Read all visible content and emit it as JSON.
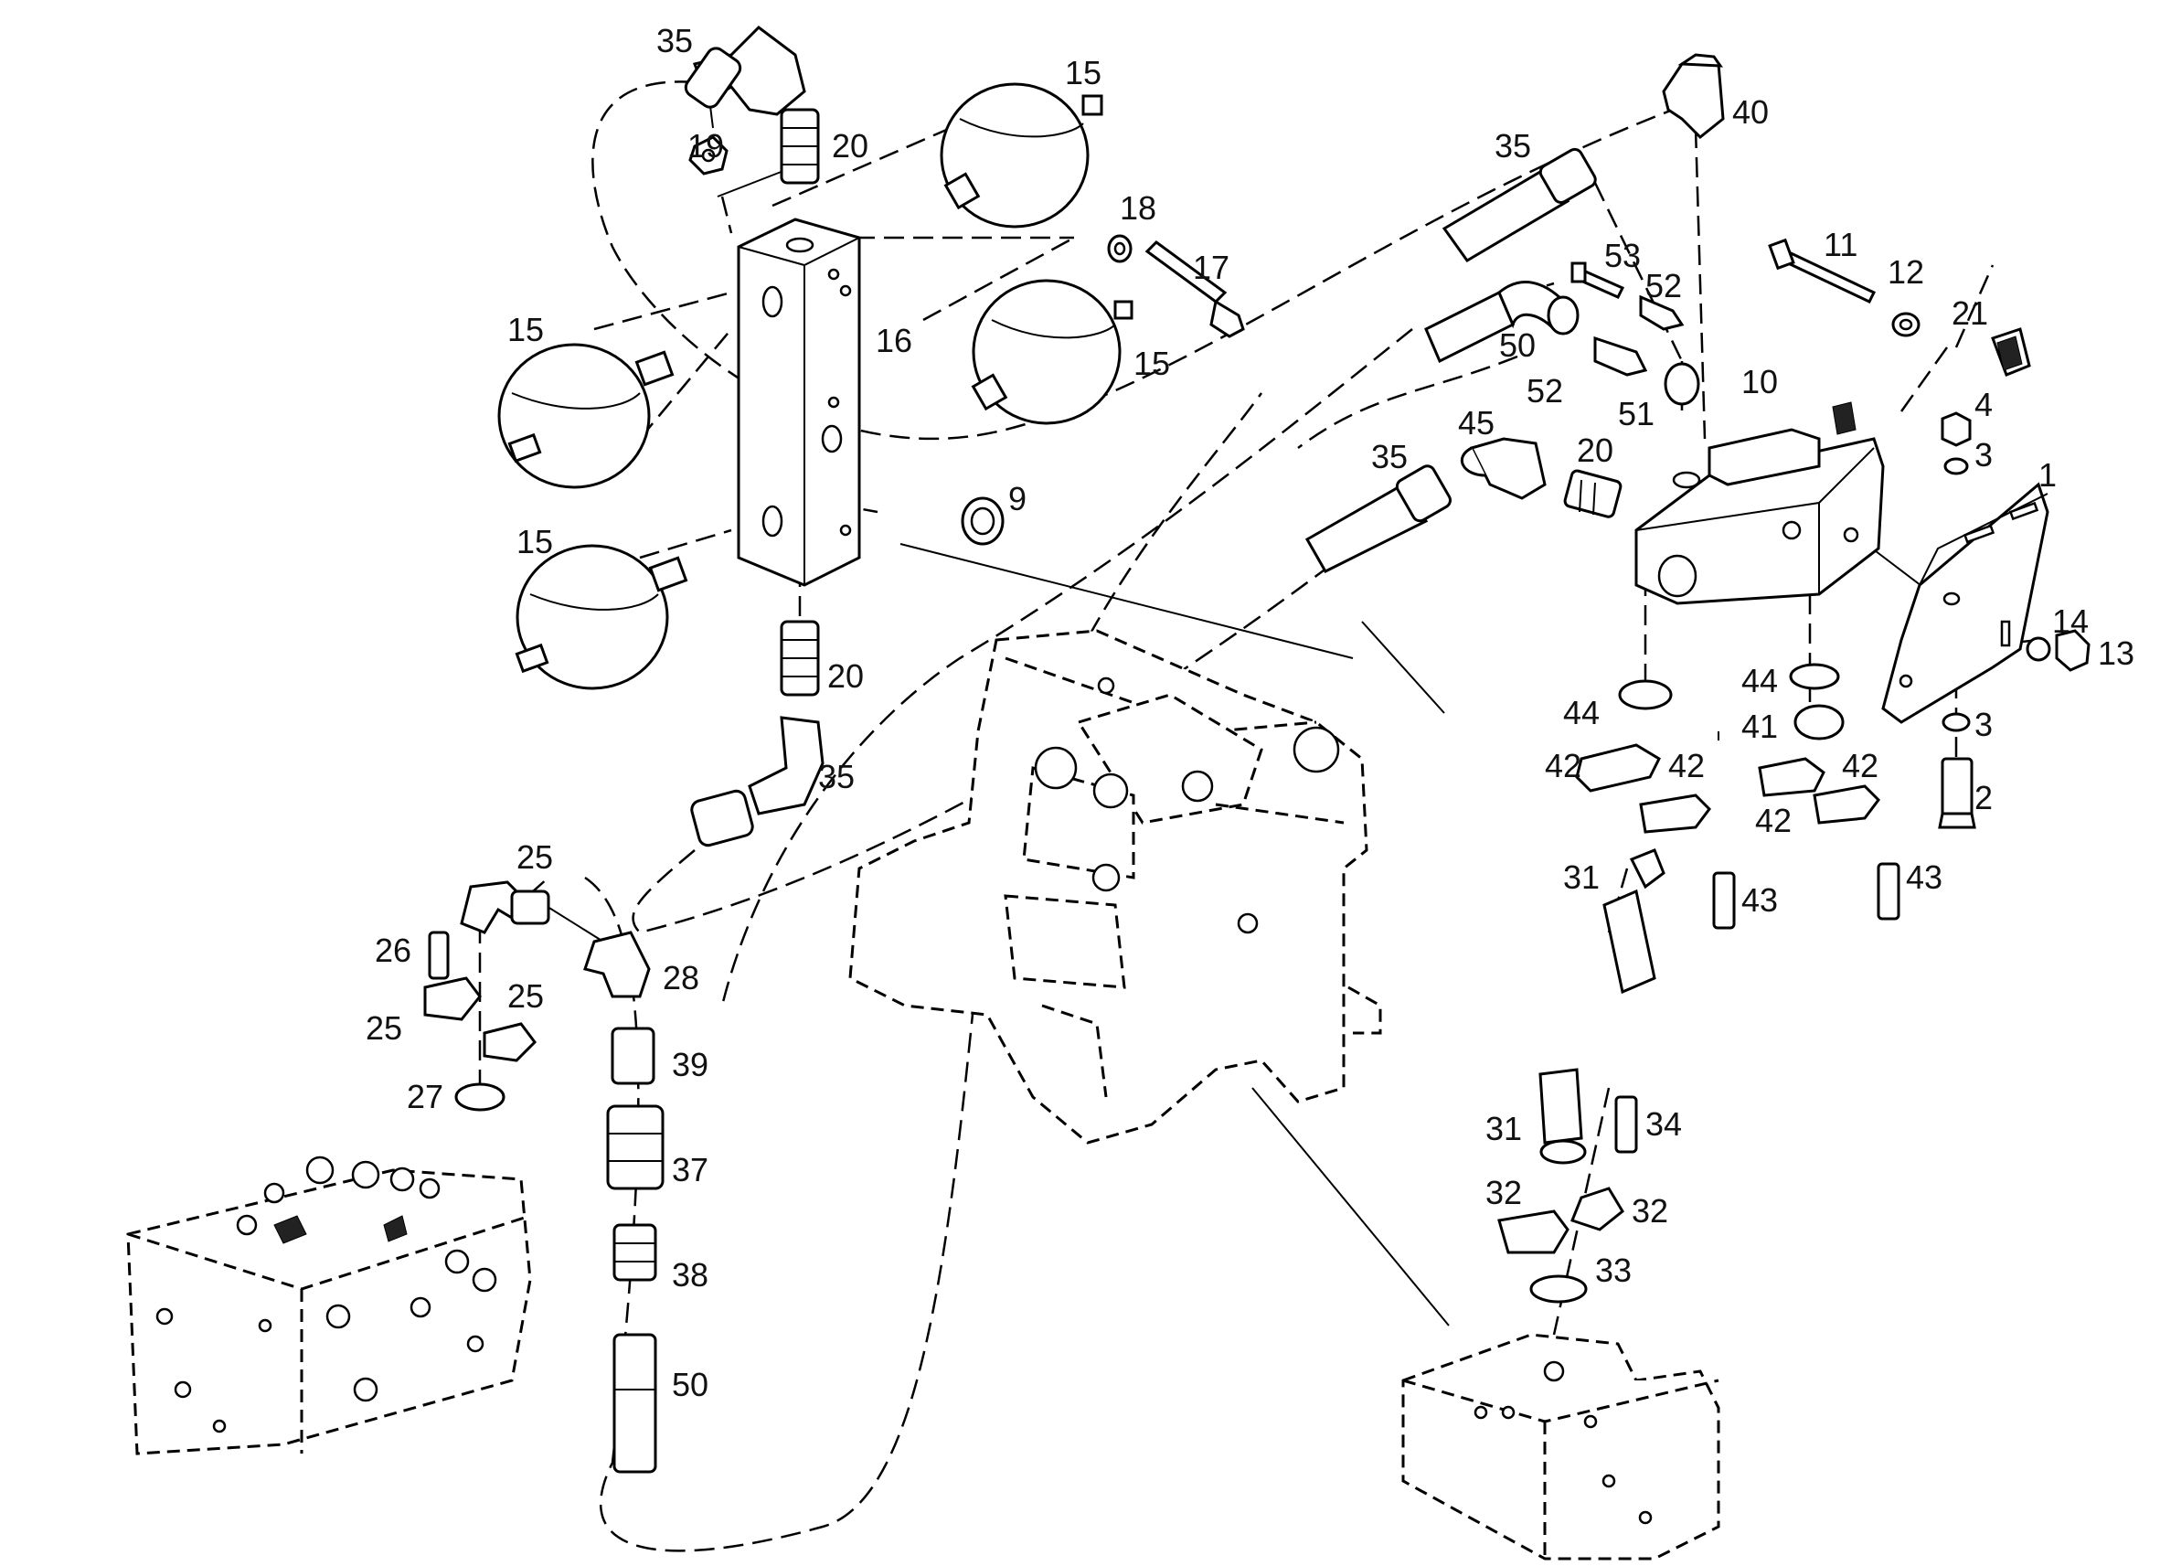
{
  "diagram": {
    "labels": [
      "35",
      "15",
      "19",
      "20",
      "40",
      "35",
      "18",
      "17",
      "53",
      "52",
      "11",
      "12",
      "21",
      "15",
      "16",
      "15",
      "50",
      "52",
      "51",
      "10",
      "4",
      "3",
      "15",
      "35",
      "45",
      "20",
      "9",
      "1",
      "14",
      "13",
      "3",
      "2",
      "44",
      "44",
      "41",
      "42",
      "42",
      "42",
      "42",
      "20",
      "35",
      "31",
      "43",
      "43",
      "25",
      "26",
      "28",
      "25",
      "25",
      "27",
      "39",
      "37",
      "38",
      "50",
      "31",
      "34",
      "32",
      "32",
      "33"
    ]
  }
}
